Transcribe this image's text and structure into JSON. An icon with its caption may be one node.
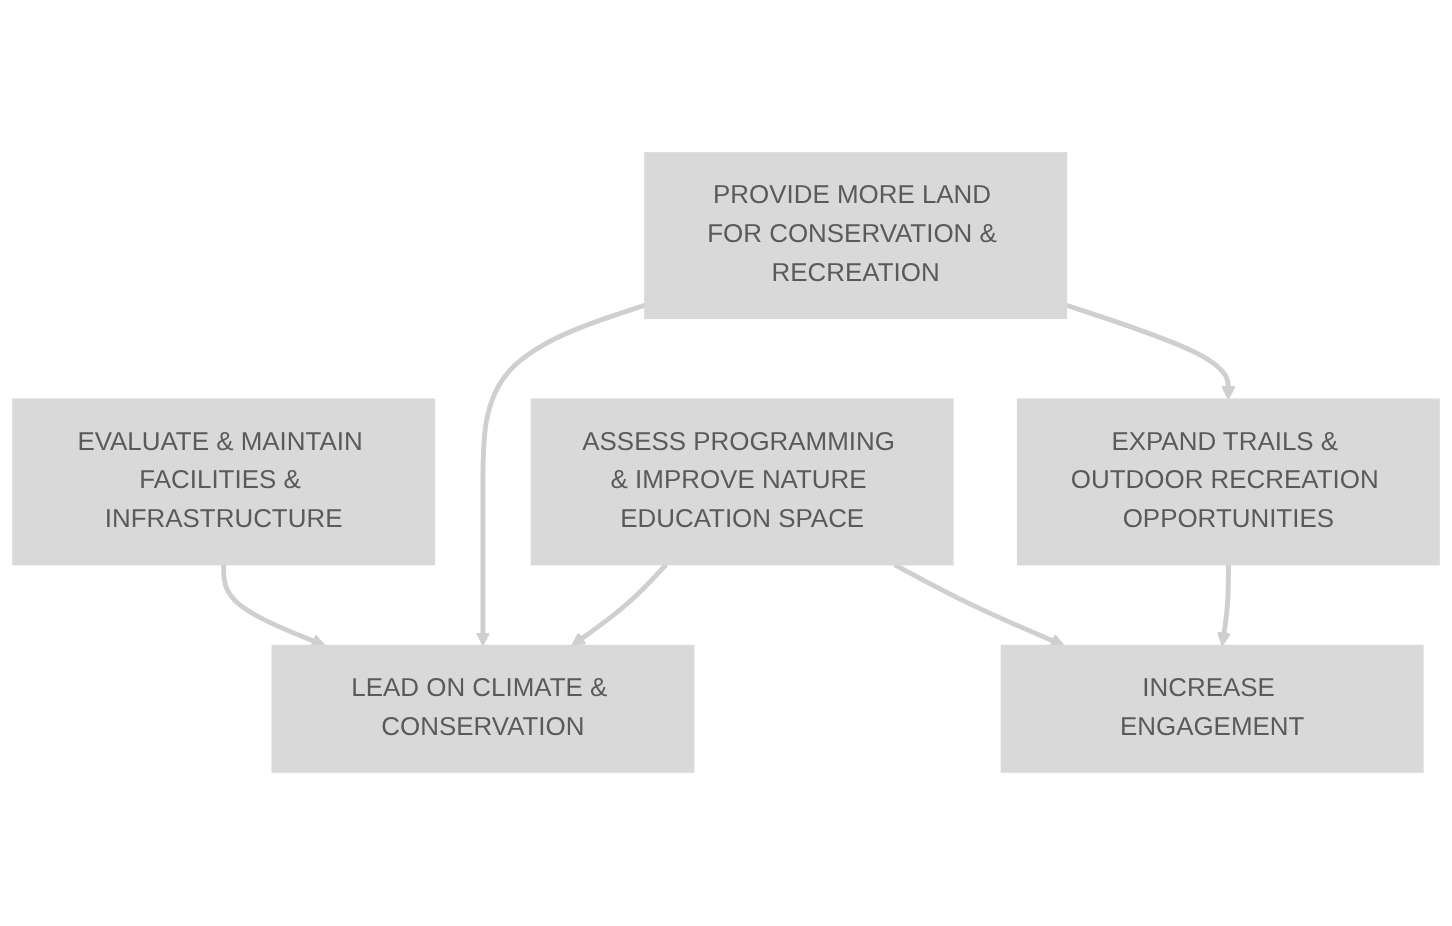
{
  "diagram": {
    "nodes": [
      {
        "text": [
          "EVALUATE & MAINTAIN FACILITIES & INFRASTRUCTURE"
        ]
      },
      {
        "text": [
          "PROVIDE MORE LAND FOR CONSERVATION & RECREATION"
        ]
      },
      {
        "text": [
          "LEAD ON CLIMATE & CONSERVATION"
        ]
      },
      {
        "text": [
          "EXPAND TRAILS & OUTDOOR RECREATION OPPORTUNITIES"
        ]
      },
      {
        "text": [
          "ASSESS PROGRAMMING & IMPROVE NATURE EDUCATION SPACE"
        ]
      },
      {
        "text": [
          "INCREASE ENGAGEMENT"
        ]
      }
    ],
    "edges": [
      {
        "from": 0,
        "to": 2,
        "arrow": "to"
      },
      {
        "from": 1,
        "to": 2,
        "arrow": "to"
      },
      {
        "from": 1,
        "to": 3,
        "arrow": "to"
      },
      {
        "from": 4,
        "to": 2,
        "arrow": "to"
      },
      {
        "from": 3,
        "to": 5,
        "arrow": "to"
      },
      {
        "from": 4,
        "to": 5,
        "arrow": "to"
      }
    ]
  }
}
